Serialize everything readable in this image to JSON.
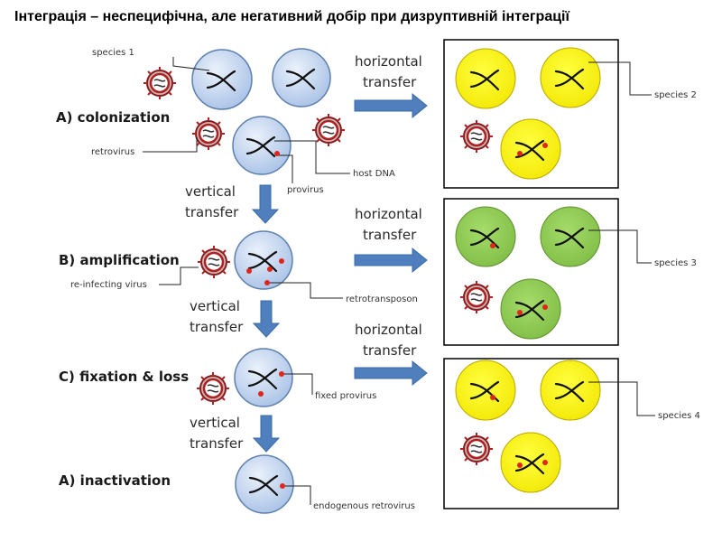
{
  "title": "Інтеграція – неспецифічна, але негативний добір при дизруптивній інтеграції",
  "stages": {
    "a": "A) colonization",
    "b": "B) amplification",
    "c": "C) fixation & loss",
    "d": "A) inactivation"
  },
  "transfer": {
    "horizontal_1": "horizontal",
    "horizontal_2": "transfer",
    "vertical_1": "vertical",
    "vertical_2": "transfer"
  },
  "labels": {
    "species1": "species 1",
    "retrovirus": "retrovirus",
    "host_dna": "host DNA",
    "provirus": "provirus",
    "reinfecting": "re-infecting virus",
    "retrotransposon": "retrotransposon",
    "fixed_provirus": "fixed provirus",
    "endogenous": "endogenous retrovirus",
    "species2": "species 2",
    "species3": "species 3",
    "species4": "species 4"
  },
  "colors": {
    "host_cell": "#bcd0ec",
    "species2": "#ffff00",
    "species3": "#92d050",
    "species4": "#ffff00",
    "arrow": "#4f7fbd",
    "marker": "#e0261b"
  }
}
